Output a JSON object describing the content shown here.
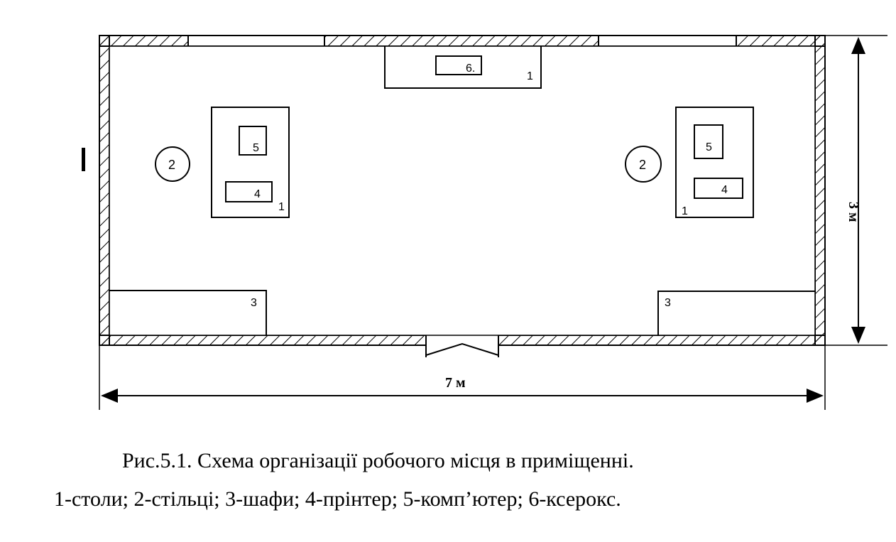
{
  "plan": {
    "labels": {
      "xerox_mark": "6.",
      "xerox_table": "1",
      "left_chair": "2",
      "left_computer": "5",
      "left_printer": "4",
      "left_table": "1",
      "right_chair": "2",
      "right_computer": "5",
      "right_printer": "4",
      "right_table": "1",
      "left_cabinet": "3",
      "right_cabinet": "3"
    },
    "dimensions": {
      "width": "7 м",
      "height": "3 м"
    }
  },
  "caption": {
    "title": "Рис.5.1. Схема організації робочого місця в приміщенні.",
    "legend": "1-столи; 2-стільці; 3-шафи; 4-прінтер; 5-комп’ютер; 6-ксерокс."
  }
}
